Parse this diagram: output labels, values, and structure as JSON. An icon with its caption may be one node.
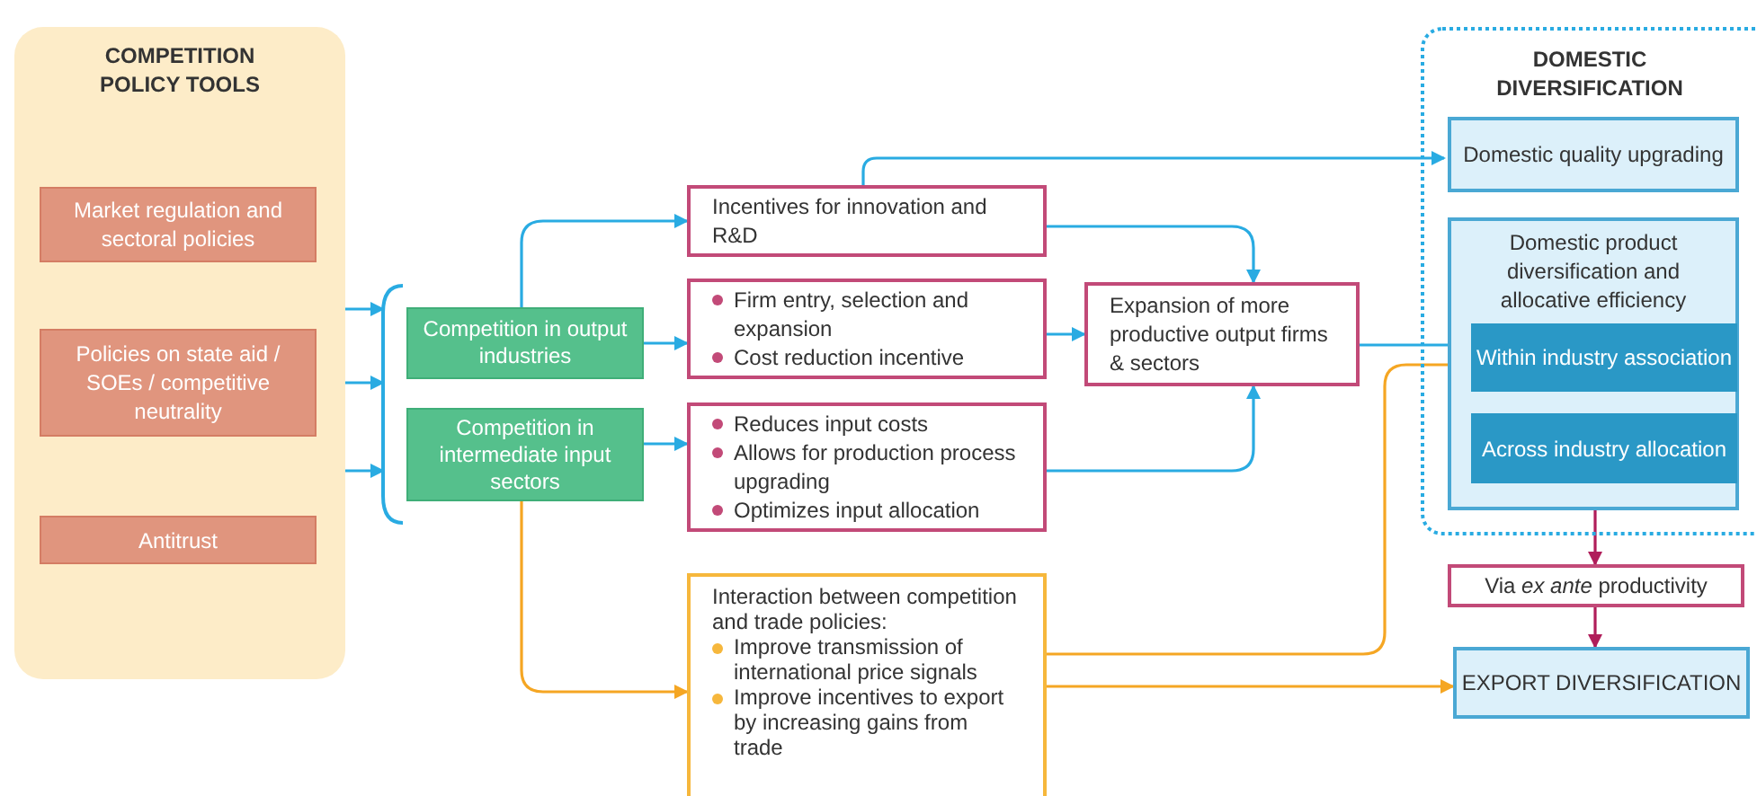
{
  "diagram": {
    "nodes": [
      {
        "text": [
          "COMPETITION POLICY TOOLS"
        ]
      },
      {
        "text": [
          "Market regulation and sectoral policies"
        ],
        "in": 0
      },
      {
        "text": [
          "Policies on state aid / SOEs / competitive neutrality"
        ],
        "in": 0
      },
      {
        "text": [
          "Antitrust"
        ],
        "in": 0
      },
      {
        "text": [],
        "shape": "bracket"
      },
      {
        "text": [
          "Competition in output industries"
        ]
      },
      {
        "text": [
          "Competition in intermediate input sectors"
        ]
      },
      {
        "text": [
          "Incentives for innovation and R&D"
        ]
      },
      {
        "text": [
          "Firm entry, selection and expansion",
          "Cost reduction incentive"
        ]
      },
      {
        "text": [
          "Reduces input costs",
          "Allows for production process upgrading",
          "Optimizes input allocation"
        ]
      },
      {
        "text": [
          "Expansion of more productive output firms & sectors"
        ]
      },
      {
        "text": [
          "Interaction between competition and trade policies:",
          "Improve transmission of international price signals",
          "Improve incentives to export by increasing gains from trade"
        ]
      },
      {
        "text": [
          "DOMESTIC DIVERSIFICATION"
        ]
      },
      {
        "text": [
          "Domestic quality upgrading"
        ],
        "in": 12
      },
      {
        "text": [
          "Domestic product diversification and allocative efficiency"
        ],
        "in": 12
      },
      {
        "text": [
          "Within industry association"
        ],
        "in": 14
      },
      {
        "text": [
          "Across industry allocation"
        ],
        "in": 14
      },
      {
        "text": [
          "Via *ex ante* productivity"
        ]
      },
      {
        "text": [
          "EXPORT DIVERSIFICATION"
        ]
      }
    ],
    "edges": [
      {
        "from": 1,
        "to": 4,
        "arrow": "to"
      },
      {
        "from": 2,
        "to": 4,
        "arrow": "to"
      },
      {
        "from": 3,
        "to": 4,
        "arrow": "to"
      },
      {
        "from": 5,
        "to": 7,
        "arrow": "to"
      },
      {
        "from": 5,
        "to": 8,
        "arrow": "to"
      },
      {
        "from": 6,
        "to": 9,
        "arrow": "to"
      },
      {
        "from": 6,
        "to": 11,
        "arrow": "to",
        "color": "#f5a623"
      },
      {
        "from": 7,
        "to": 13,
        "arrow": "to"
      },
      {
        "from": 7,
        "to": 10,
        "arrow": "to"
      },
      {
        "from": 8,
        "to": 10,
        "arrow": "to"
      },
      {
        "from": 9,
        "to": 10,
        "arrow": "to"
      },
      {
        "from": 10,
        "to": 15,
        "arrow": "to"
      },
      {
        "from": 11,
        "to": 15,
        "arrow": "to",
        "color": "#f5a623"
      },
      {
        "from": 11,
        "to": 18,
        "arrow": "to",
        "color": "#f5a623"
      },
      {
        "from": 14,
        "to": 17,
        "arrow": "to",
        "color": "#b01d5a"
      },
      {
        "from": 17,
        "to": 18,
        "arrow": "to",
        "color": "#b01d5a"
      }
    ]
  }
}
